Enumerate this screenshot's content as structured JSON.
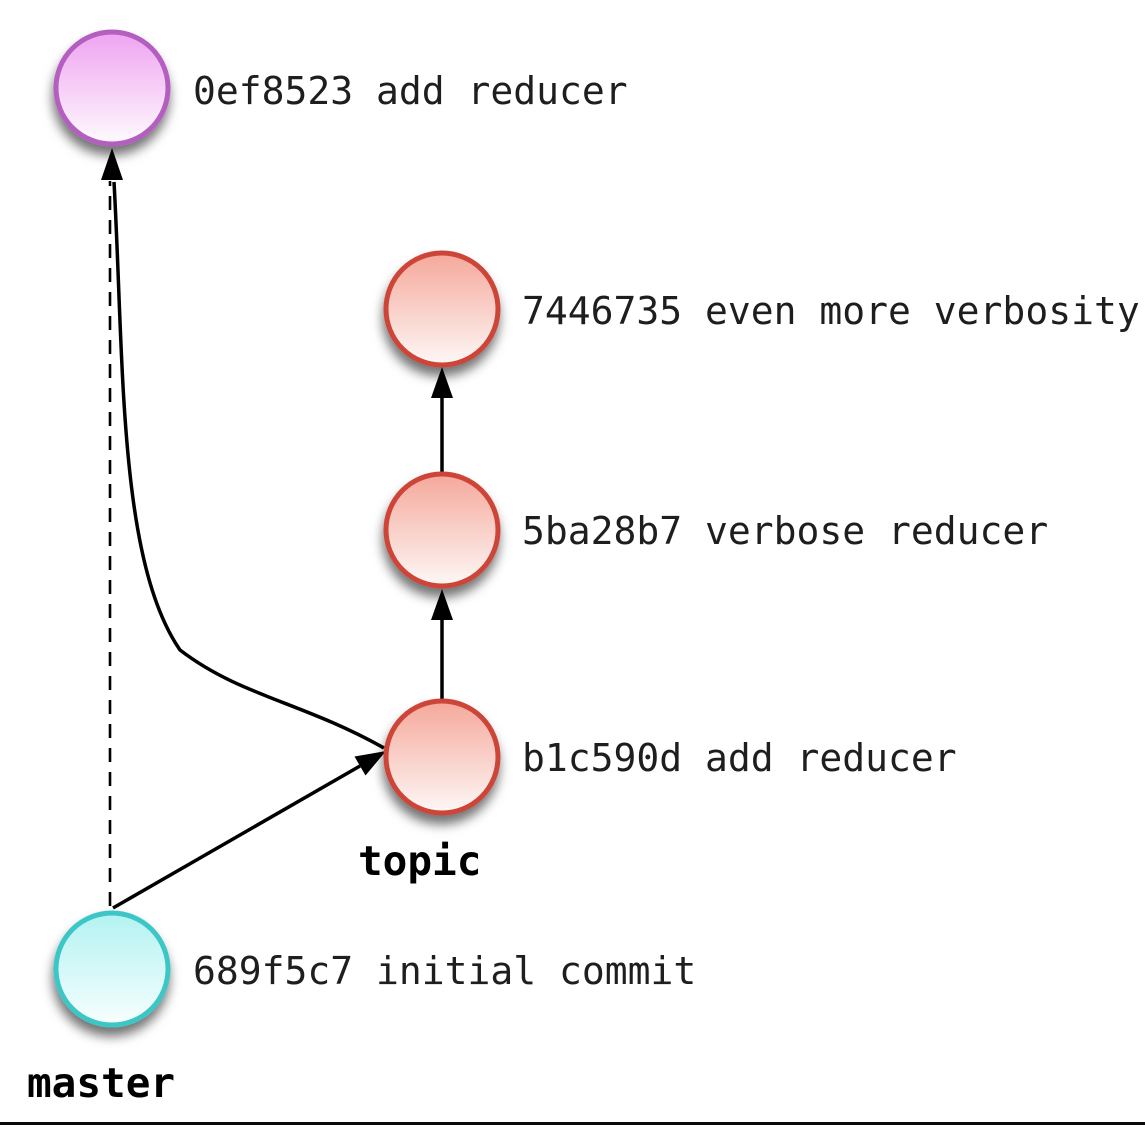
{
  "commits": [
    {
      "id": "0ef8523",
      "message": "add reducer",
      "label": "0ef8523 add reducer",
      "node_border": "#b45ec0",
      "node_fill_top": "#efa3f0",
      "node_fill_bottom": "#fefbfe"
    },
    {
      "id": "7446735",
      "message": "even more verbosity",
      "label": "7446735 even more verbosity",
      "node_border": "#cd4437",
      "node_fill_top": "#f5a89b",
      "node_fill_bottom": "#fdf8f6"
    },
    {
      "id": "5ba28b7",
      "message": "verbose reducer",
      "label": "5ba28b7 verbose reducer",
      "node_border": "#cd4437",
      "node_fill_top": "#f5a89b",
      "node_fill_bottom": "#fdf8f6"
    },
    {
      "id": "b1c590d",
      "message": "add reducer",
      "label": "b1c590d add reducer",
      "node_border": "#cd4437",
      "node_fill_top": "#f5a89b",
      "node_fill_bottom": "#fdf8f6"
    },
    {
      "id": "689f5c7",
      "message": "initial commit",
      "label": "689f5c7 initial commit",
      "node_border": "#3cc6c6",
      "node_fill_top": "#b4f2f2",
      "node_fill_bottom": "#f7fefe"
    }
  ],
  "branches": [
    {
      "name": "topic"
    },
    {
      "name": "master"
    }
  ],
  "edges": [
    {
      "between": [
        "689f5c7",
        "0ef8523"
      ],
      "style": "dashed",
      "arrow_at": "0ef8523"
    },
    {
      "between": [
        "b1c590d",
        "0ef8523"
      ],
      "style": "solid-curved",
      "arrow_at": "0ef8523"
    },
    {
      "between": [
        "689f5c7",
        "b1c590d"
      ],
      "style": "solid",
      "arrow_at": "b1c590d"
    },
    {
      "between": [
        "b1c590d",
        "5ba28b7"
      ],
      "style": "solid",
      "arrow_at": "5ba28b7"
    },
    {
      "between": [
        "5ba28b7",
        "7446735"
      ],
      "style": "solid",
      "arrow_at": "7446735"
    }
  ],
  "palette": {
    "line": "#000000",
    "commit_text": "#1e1e1e",
    "branch_text": "#000000",
    "background": "#ffffff",
    "bottom_rule": "#0a0a0a"
  }
}
